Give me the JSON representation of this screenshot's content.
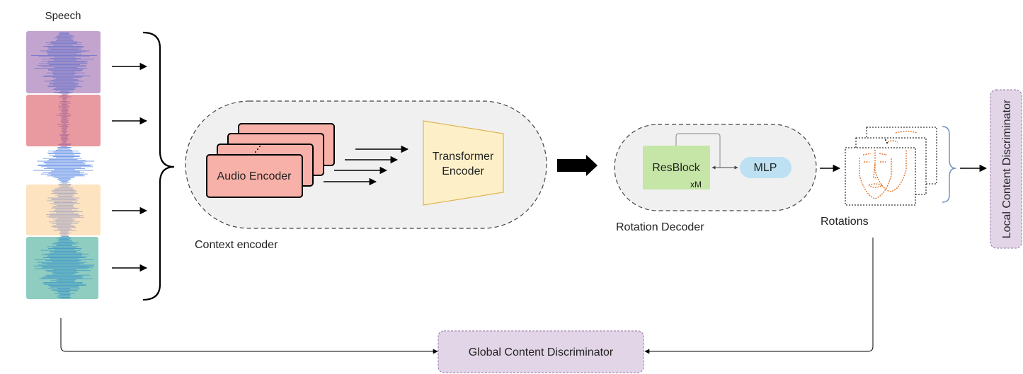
{
  "speech": {
    "label": "Speech"
  },
  "context_encoder": {
    "label": "Context encoder",
    "audio_encoder": "Audio Encoder",
    "transformer_line1": "Transformer",
    "transformer_line2": "Encoder"
  },
  "rotation_decoder": {
    "label": "Rotation Decoder",
    "resblock": "ResBlock",
    "repeat": "xM",
    "mlp": "MLP"
  },
  "rotations": {
    "label": "Rotations"
  },
  "local_discriminator": {
    "label": "Local Content Discriminator"
  },
  "global_discriminator": {
    "label": "Global Content Discriminator"
  },
  "colors": {
    "segment_purple": "#c3a4cf",
    "segment_red": "#e99aa0",
    "segment_orange": "#fde3c0",
    "segment_teal": "#8fcdc0",
    "audio_encoder_fill": "#f8b1a8",
    "transformer_fill": "#fdf0c8",
    "transformer_stroke": "#e0b450",
    "resblock_fill": "#c5e6a6",
    "mlp_fill": "#bde0f3",
    "discriminator_fill": "#e3d5e8",
    "face_stroke": "#e0752e"
  }
}
